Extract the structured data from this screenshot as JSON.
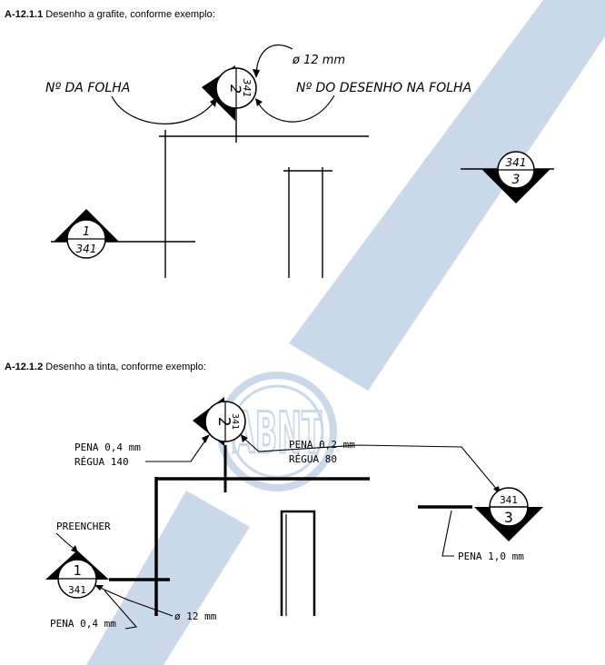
{
  "section1": {
    "number": "A-12.1.1",
    "caption": "Desenho a grafite, conforme exemplo:",
    "callout_left": "Nº DA FOLHA",
    "callout_right": "Nº DO DESENHO NA FOLHA",
    "diameter_label": "ø 12 mm",
    "main_symbol": {
      "drawing": "2",
      "sheet": "341"
    },
    "left_symbol": {
      "drawing": "1",
      "sheet": "341"
    },
    "right_symbol": {
      "drawing": "3",
      "sheet": "341"
    }
  },
  "section2": {
    "number": "A-12.1.2",
    "caption": "Desenho a tinta, conforme exemplo:",
    "pen_left_line1": "PENA 0,4 mm",
    "pen_left_line2": "RÉGUA 140",
    "pen_right_line1": "PENA 0,2 mm",
    "pen_right_line2": "RÉGUA 80",
    "fill_label": "PREENCHER",
    "pen_bottom": "PENA 0,4 mm",
    "diameter_label": "ø 12 mm",
    "pen_right_bottom": "PENA 1,0 mm",
    "main_symbol": {
      "drawing": "2",
      "sheet": "341"
    },
    "left_symbol": {
      "drawing": "1",
      "sheet": "341"
    },
    "right_symbol": {
      "drawing": "3",
      "sheet": "341"
    }
  },
  "watermark": {
    "text": "ABNT",
    "color": "#c9d9ea"
  }
}
